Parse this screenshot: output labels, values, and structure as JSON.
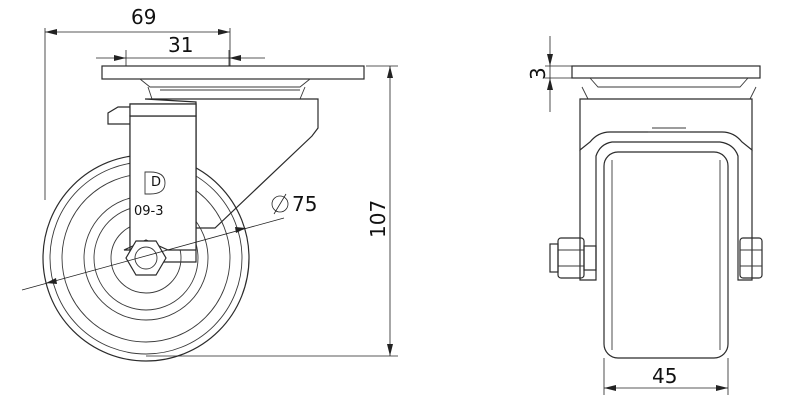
{
  "colors": {
    "line": "#2b2b2b",
    "dimension": "#222222",
    "background": "#ffffff"
  },
  "side_view": {
    "dimensions": {
      "overall_width": "69",
      "plate_hole_spacing": "31",
      "wheel_diameter": "75",
      "overall_height": "107"
    },
    "marking": {
      "logo_letter": "D",
      "model_code": "09-3"
    }
  },
  "front_view": {
    "dimensions": {
      "plate_thickness": "3",
      "wheel_width": "45"
    }
  }
}
